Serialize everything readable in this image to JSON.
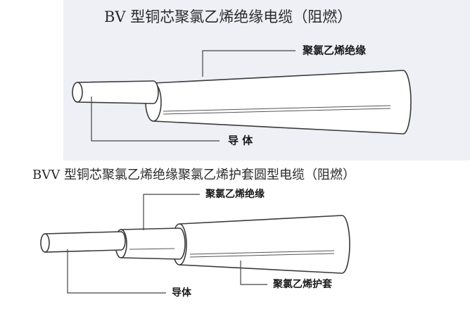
{
  "bv_panel": {
    "title": "BV 型铜芯聚氯乙烯绝缘电缆（阻燃）",
    "insulation_label": "聚氯乙烯绝缘",
    "conductor_label": "导 体"
  },
  "bvv_panel": {
    "title": "BVV 型铜芯聚氯乙烯绝缘聚氯乙烯护套圆型电缆（阻燃）",
    "insulation_label": "聚氯乙烯绝缘",
    "conductor_label": "导体",
    "sheath_label": "聚氯乙烯护套"
  },
  "colors": {
    "line": "#3a3a3a",
    "background_tint": "#eef0f6"
  }
}
